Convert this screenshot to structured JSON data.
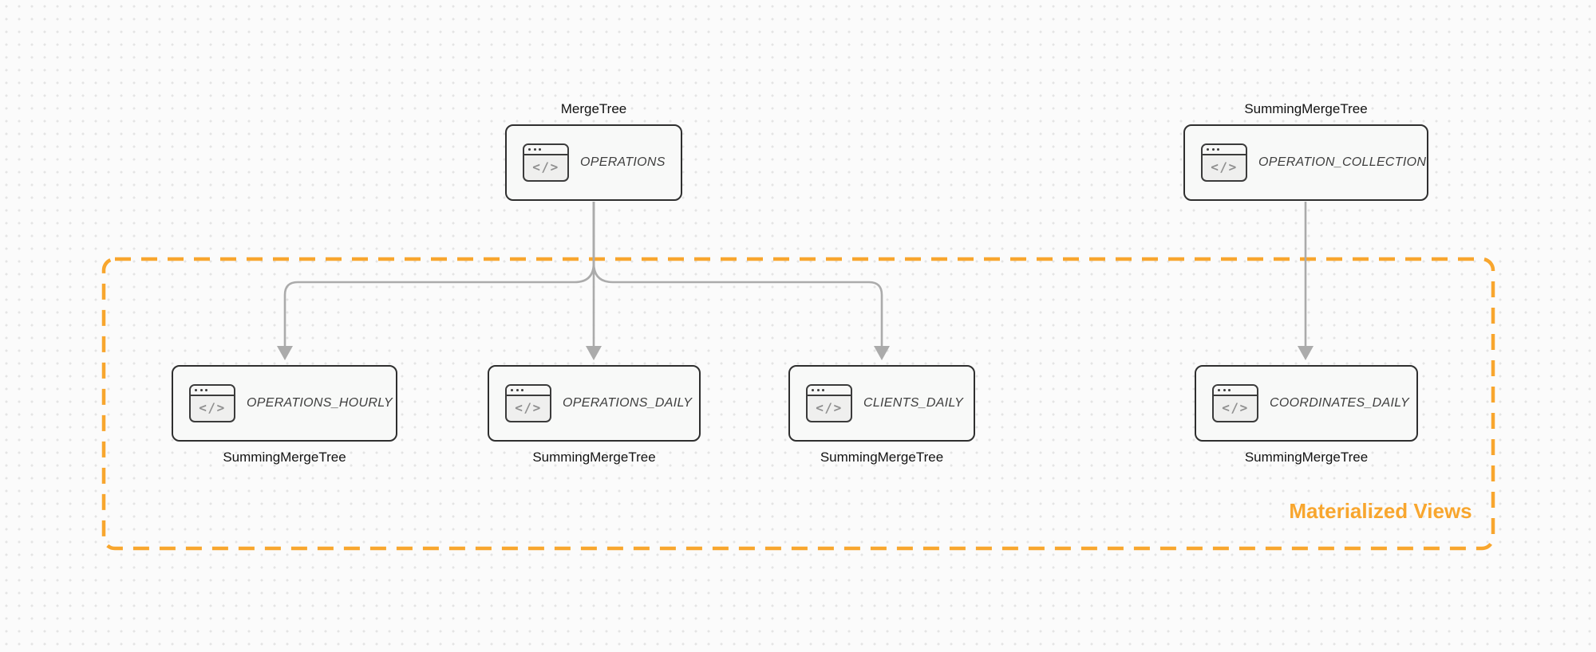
{
  "colors": {
    "background": "#FBFBFB",
    "dot": "#E4E4E4",
    "accent": "#F8A62E",
    "arrow": "#ABABAB",
    "node_border": "#2F2F2F",
    "node_fill": "#F8F9F8",
    "node_label": "#3E3E3E",
    "engine_label": "#121212"
  },
  "icon": {
    "name": "code-window-icon",
    "glyph": "</>"
  },
  "nodes": [
    {
      "id": "operations",
      "label": "OPERATIONS",
      "engine": "MergeTree",
      "engine_position": "top"
    },
    {
      "id": "operation_collection",
      "label": "OPERATION_COLLECTION",
      "engine": "SummingMergeTree",
      "engine_position": "top"
    },
    {
      "id": "operations_hourly",
      "label": "OPERATIONS_HOURLY",
      "engine": "SummingMergeTree",
      "engine_position": "bottom"
    },
    {
      "id": "operations_daily",
      "label": "OPERATIONS_DAILY",
      "engine": "SummingMergeTree",
      "engine_position": "bottom"
    },
    {
      "id": "clients_daily",
      "label": "CLIENTS_DAILY",
      "engine": "SummingMergeTree",
      "engine_position": "bottom"
    },
    {
      "id": "coordinates_daily",
      "label": "COORDINATES_DAILY",
      "engine": "SummingMergeTree",
      "engine_position": "bottom"
    }
  ],
  "edges": [
    {
      "from": "operations",
      "to": "operations_hourly"
    },
    {
      "from": "operations",
      "to": "operations_daily"
    },
    {
      "from": "operations",
      "to": "clients_daily"
    },
    {
      "from": "operation_collection",
      "to": "coordinates_daily"
    }
  ],
  "group": {
    "label": "Materialized Views",
    "members": [
      "operations_hourly",
      "operations_daily",
      "clients_daily",
      "coordinates_daily"
    ]
  }
}
